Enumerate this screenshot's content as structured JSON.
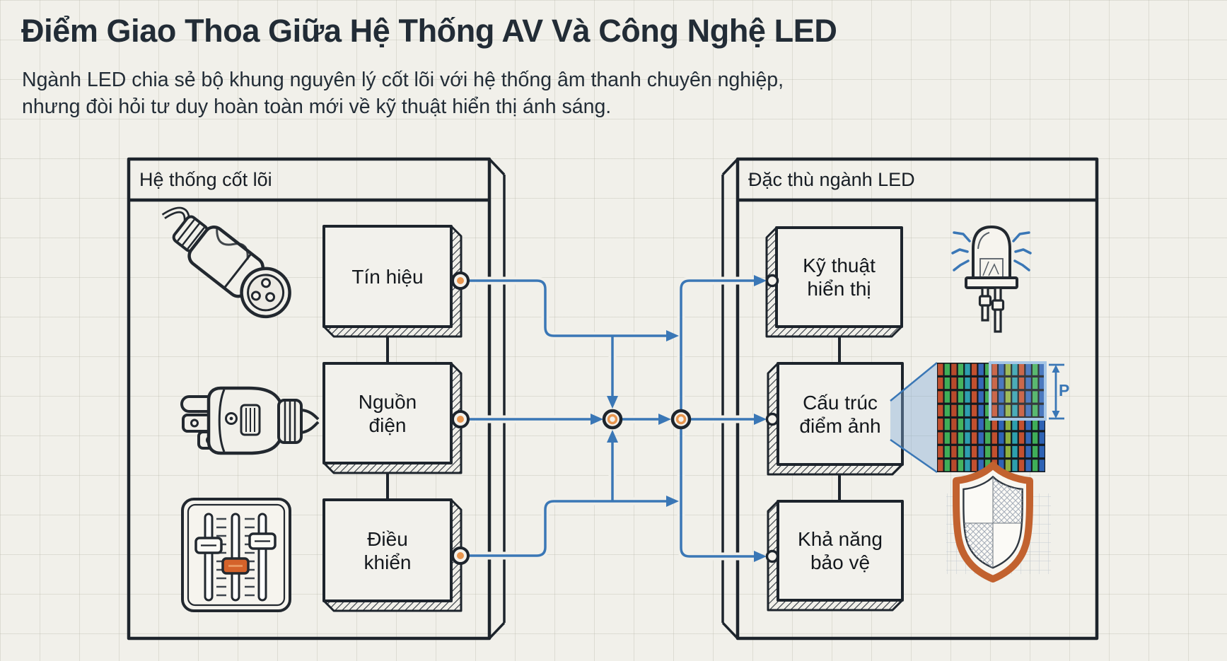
{
  "title": "Điểm Giao Thoa Giữa Hệ Thống AV Và Công Nghệ LED",
  "subtitle": {
    "line1": "Ngành LED chia sẻ bộ khung nguyên lý cốt lõi với hệ thống âm thanh chuyên nghiệp,",
    "line2": "nhưng đòi hỏi tư duy hoàn toàn mới về kỹ thuật hiển thị ánh sáng."
  },
  "left_panel": {
    "header": "Hệ thống cốt lõi",
    "boxes": [
      {
        "line1": "Tín hiệu",
        "line2": ""
      },
      {
        "line1": "Nguồn",
        "line2": "điện"
      },
      {
        "line1": "Điều",
        "line2": "khiển"
      }
    ],
    "icons": [
      "xlr-connector-icon",
      "power-plug-icon",
      "fader-panel-icon"
    ]
  },
  "right_panel": {
    "header": "Đặc thù ngành LED",
    "boxes": [
      {
        "line1": "Kỹ thuật",
        "line2": "hiển thị"
      },
      {
        "line1": "Cấu trúc",
        "line2": "điểm ảnh"
      },
      {
        "line1": "Khả năng",
        "line2": "bảo vệ"
      }
    ],
    "icons": [
      "led-diode-icon",
      "pixel-matrix-icon",
      "shield-icon"
    ]
  },
  "pixel_matrix": {
    "pitch_label": "P",
    "rows": 8,
    "columns": [
      "#c2502f",
      "#3fae58",
      "#b84a2c",
      "#45b35f",
      "#2e9fae",
      "#c2502f",
      "#3568b8",
      "#45ae58",
      "#c2502f",
      "#2e63b5",
      "#8faf3f",
      "#2e9fae",
      "#c2502f",
      "#3568b8",
      "#3fae58",
      "#2e63b5"
    ]
  },
  "colors": {
    "paper": "#f1f0ea",
    "ink": "#1d242c",
    "connector_blue": "#3a77b6",
    "node_orange": "#e8964f",
    "accent_orange": "#cf5f2c",
    "beam_blue": "#82afda",
    "shield_band": "#c2622f"
  }
}
